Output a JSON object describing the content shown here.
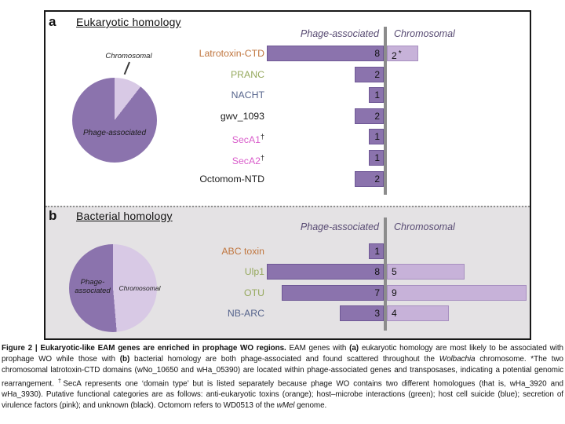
{
  "theme": {
    "bar_phage": "#8b73ad",
    "bar_phage_border": "#6e5795",
    "bar_chromosomal": "#c7b2d9",
    "bar_chromosomal_border": "#a78fc0",
    "pie_dark": "#8b73ad",
    "pie_light": "#d8c9e5",
    "divider_gray": "#8c8c8c",
    "panel_b_background": "#e4e2e4",
    "header_text": "#574a72",
    "categories": {
      "orange": "#c0763f",
      "green": "#96a95e",
      "blue": "#56648c",
      "pink": "#d95ecb",
      "black": "#1b1b1b"
    }
  },
  "chart_data": [
    {
      "id": "a",
      "type": "bar",
      "panel_label": "a",
      "title": "Eukaryotic homology",
      "columns": {
        "left": "Phage-associated",
        "right": "Chromosomal"
      },
      "pie": {
        "type": "pie",
        "phage_count": 17,
        "chromosomal_count": 2,
        "phage_label": "Phage-associated",
        "chrom_label": "Chromosomal"
      },
      "rows": [
        {
          "label": "Latrotoxin-CTD",
          "color": "orange",
          "phage": 8,
          "chromosomal": 2,
          "chrom_note": "*"
        },
        {
          "label": "PRANC",
          "color": "green",
          "phage": 2
        },
        {
          "label": "NACHT",
          "color": "blue",
          "phage": 1
        },
        {
          "label": "gwv_1093",
          "color": "black",
          "phage": 2
        },
        {
          "label": "SecA1",
          "sup": "†",
          "color": "pink",
          "phage": 1
        },
        {
          "label": "SecA2",
          "sup": "†",
          "color": "pink",
          "phage": 1
        },
        {
          "label": "Octomom-NTD",
          "color": "black",
          "phage": 2
        }
      ]
    },
    {
      "id": "b",
      "type": "bar",
      "panel_label": "b",
      "title": "Bacterial homology",
      "columns": {
        "left": "Phage-associated",
        "right": "Chromosomal"
      },
      "pie": {
        "type": "pie",
        "phage_count": 19,
        "chromosomal_count": 18,
        "phage_label": "Phage-associated",
        "chrom_label": "Chromosomal"
      },
      "rows": [
        {
          "label": "ABC toxin",
          "color": "orange",
          "phage": 1
        },
        {
          "label": "Ulp1",
          "color": "green",
          "phage": 8,
          "chromosomal": 5
        },
        {
          "label": "OTU",
          "color": "green",
          "phage": 7,
          "chromosomal": 9
        },
        {
          "label": "NB-ARC",
          "color": "blue",
          "phage": 3,
          "chromosomal": 4
        }
      ]
    }
  ],
  "figure": {
    "caption": {
      "segments": [
        {
          "t": "Figure 2 | Eukaryotic-like EAM genes are enriched in prophage WO regions.",
          "b": 1
        },
        {
          "t": " EAM genes with "
        },
        {
          "t": "(a)",
          "b": 1
        },
        {
          "t": " eukaryotic homology are most likely to be associated with prophage WO while those with "
        },
        {
          "t": "(b)",
          "b": 1
        },
        {
          "t": " bacterial homology are both phage-associated and found scattered throughout the "
        },
        {
          "t": "Wolbachia",
          "i": 1
        },
        {
          "t": " chromosome. *The two chromosomal latrotoxin-CTD domains (wNo_10650 and wHa_05390) are located within phage-associated genes and transposases, indicating a potential genomic rearrangement. "
        },
        {
          "t": "†",
          "s": 1
        },
        {
          "t": "SecA represents one ‘domain type’ but is listed separately because phage WO contains two different homologues (that is, wHa_3920 and wHa_3930). Putative functional categories are as follows: anti-eukaryotic toxins (orange); host–microbe interactions (green); host cell suicide (blue); secretion of virulence factors (pink); and unknown (black). Octomom refers to WD0513 of the "
        },
        {
          "t": "wMel",
          "i": 1
        },
        {
          "t": " genome."
        }
      ]
    }
  }
}
